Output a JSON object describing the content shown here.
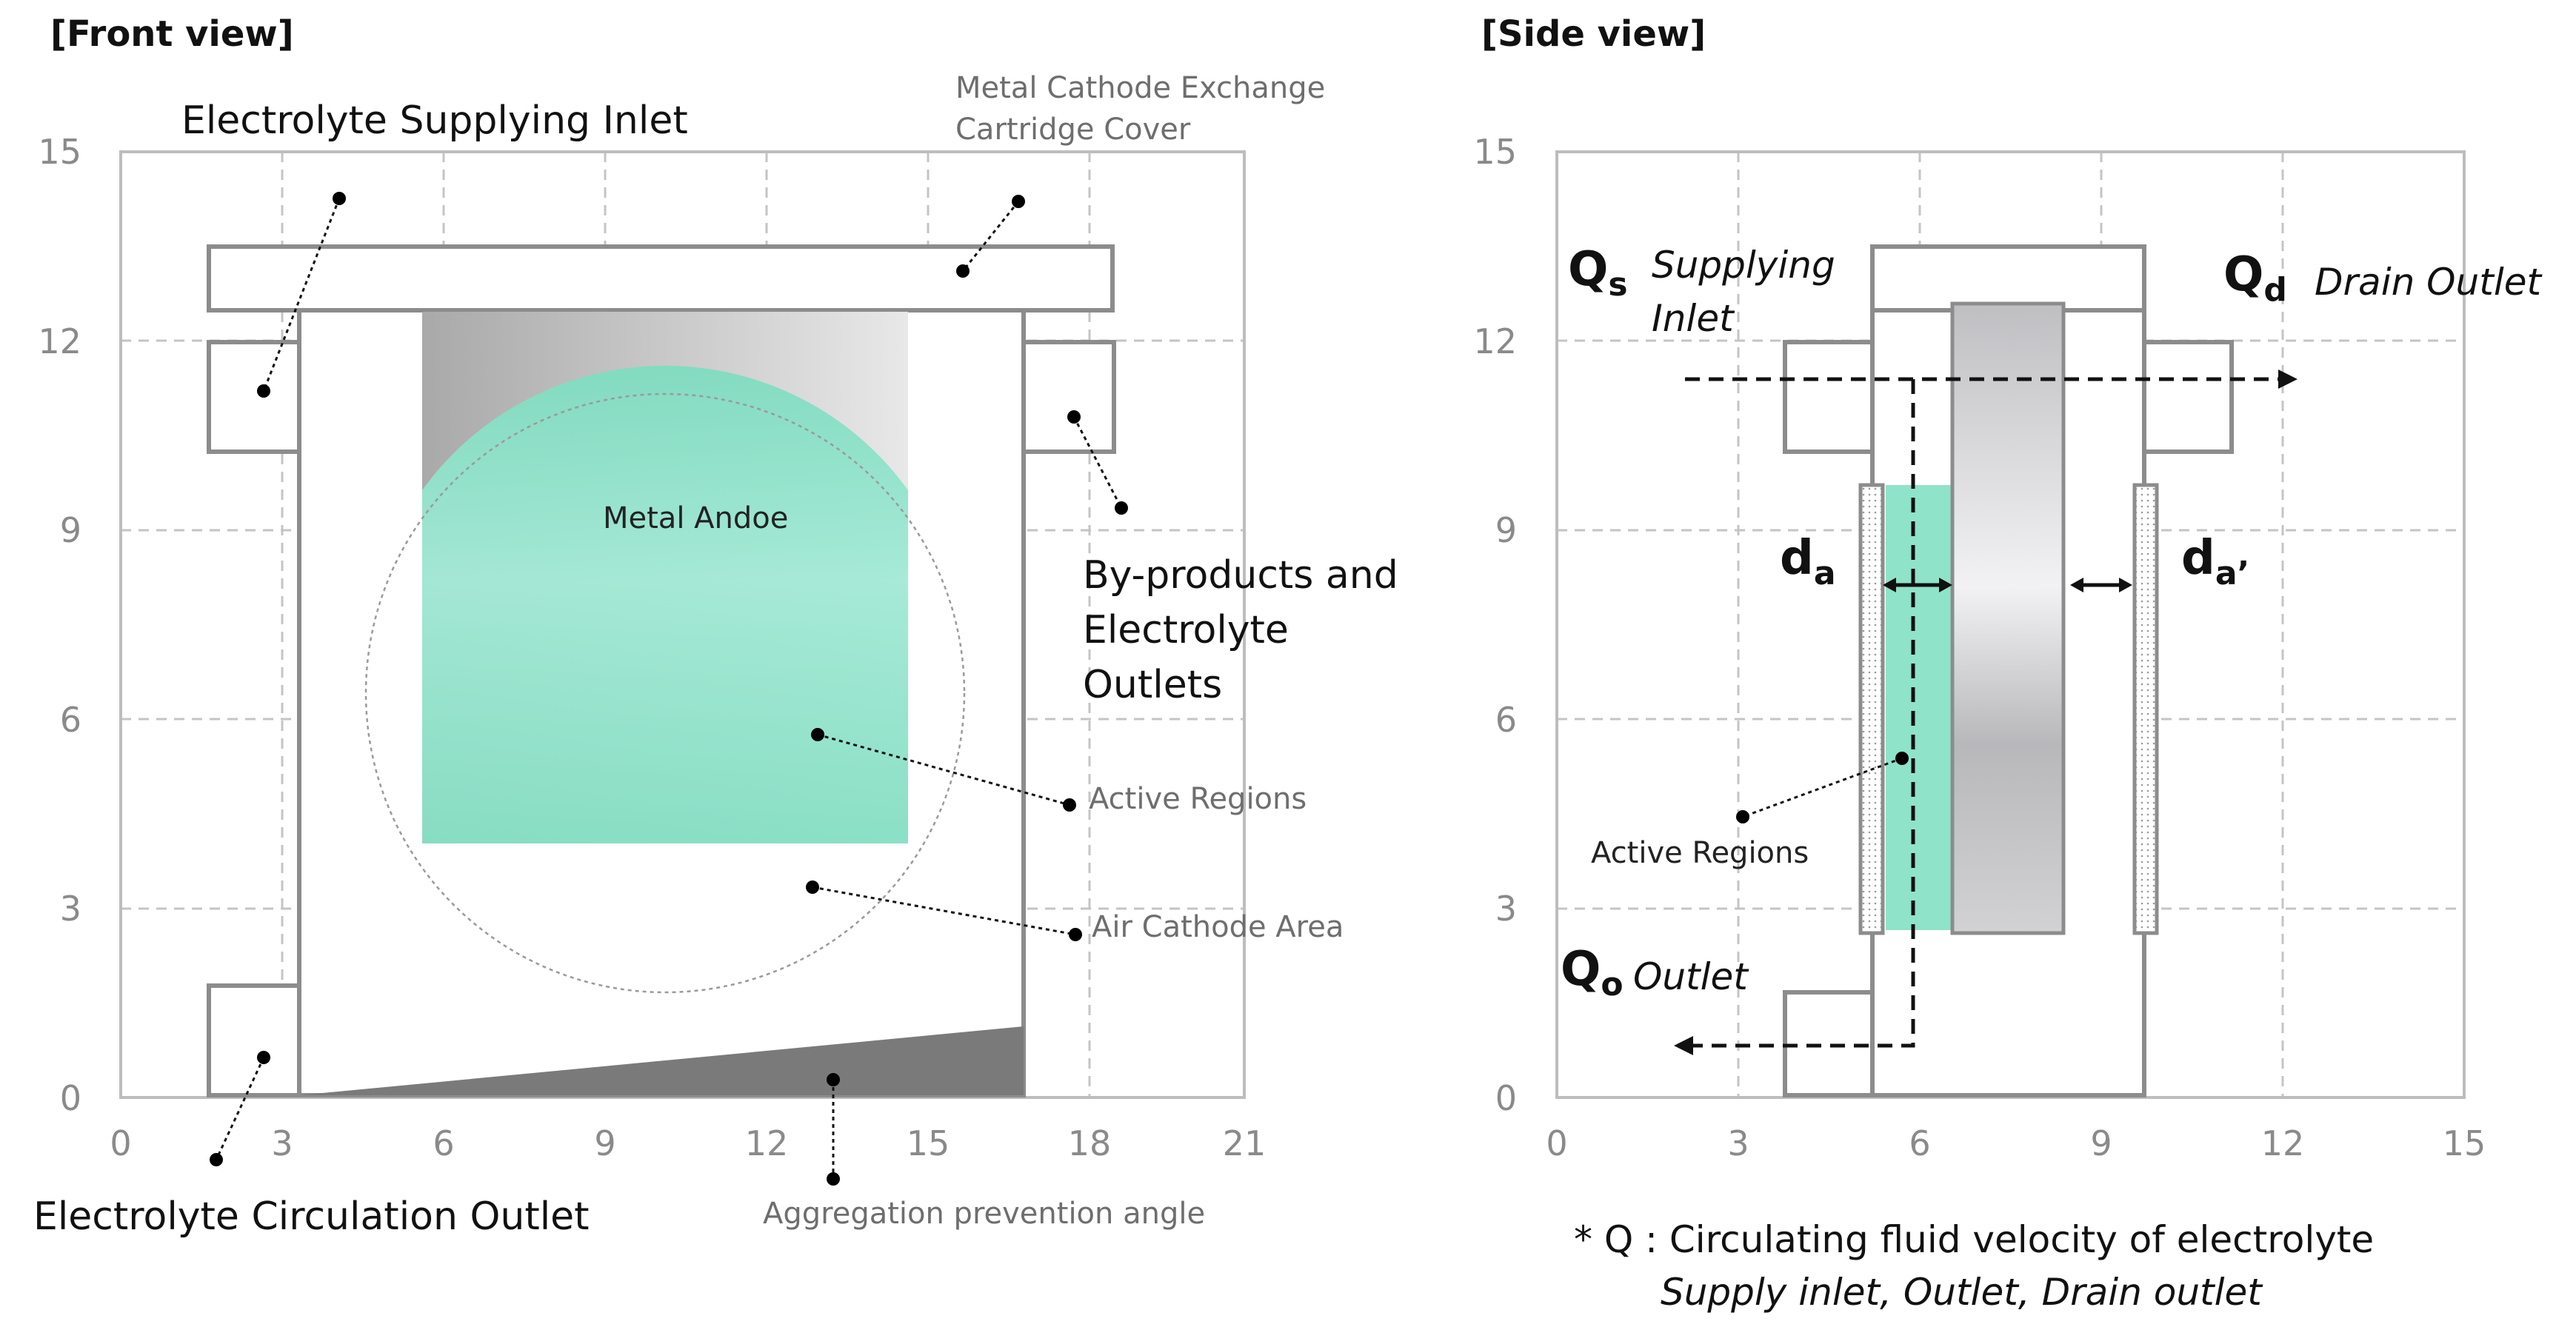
{
  "front_view": {
    "title": "[Front view]",
    "y_ticks": [
      "0",
      "3",
      "6",
      "9",
      "12",
      "15"
    ],
    "x_ticks": [
      "0",
      "3",
      "6",
      "9",
      "12",
      "15",
      "18",
      "21"
    ],
    "labels": {
      "inlet": "Electrolyte Supplying Inlet",
      "cover_line1": "Metal Cathode Exchange",
      "cover_line2": "Cartridge Cover",
      "anode": "Metal Andoe",
      "byproducts_line1": "By-products and",
      "byproducts_line2": "Electrolyte",
      "byproducts_line3": "Outlets",
      "active_regions": "Active Regions",
      "air_cathode": "Air Cathode Area",
      "circulation_outlet": "Electrolyte Circulation Outlet",
      "aggregation": "Aggregation prevention angle"
    }
  },
  "side_view": {
    "title": "[Side view]",
    "y_ticks": [
      "0",
      "3",
      "6",
      "9",
      "12",
      "15"
    ],
    "x_ticks": [
      "0",
      "3",
      "6",
      "9",
      "12",
      "15"
    ],
    "labels": {
      "qs_main": "Q",
      "qs_sub": "s",
      "qs_line1": "Supplying",
      "qs_line2": "Inlet",
      "qd_main": "Q",
      "qd_sub": "d",
      "qd_text": "Drain Outlet",
      "qo_main": "Q",
      "qo_sub": "o",
      "qo_text": "Outlet",
      "da_main": "d",
      "da_sub": "a",
      "da2_main": "d",
      "da2_sub": "a’",
      "active_regions": "Active Regions"
    },
    "note_line1": "* Q : Circulating fluid velocity of electrolyte",
    "note_line2": "Supply inlet, Outlet,  Drain outlet"
  },
  "colors": {
    "active_region": "#8fe3c8",
    "anode_gray": "#b9b9b9",
    "aggregation_fill": "#7a7a7a",
    "grid": "#c4c4c4"
  }
}
